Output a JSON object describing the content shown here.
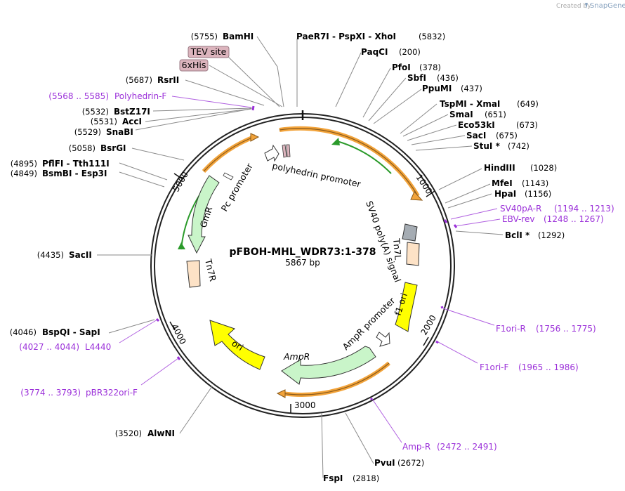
{
  "credit": {
    "prefix": "Created by",
    "brand": "SnapGene"
  },
  "map": {
    "name": "pFBOH-MHL_WDR73:1-378",
    "length_label": "5867 bp",
    "ticks": [
      "1000",
      "2000",
      "3000",
      "4000",
      "5000"
    ]
  },
  "sites": {
    "bamhi": {
      "name": "BamHI",
      "pos": "(5755)"
    },
    "paer7i": {
      "name": "PaeR7I  - PspXI  - XhoI",
      "pos": "(5832)"
    },
    "paqci": {
      "name": "PaqCI",
      "pos": "(200)"
    },
    "pfoi": {
      "name": "PfoI",
      "pos": "(378)"
    },
    "sbfi": {
      "name": "SbfI",
      "pos": "(436)"
    },
    "ppumi": {
      "name": "PpuMI",
      "pos": "(437)"
    },
    "tspmi": {
      "name": "TspMI  - XmaI",
      "pos": "(649)"
    },
    "smai": {
      "name": "SmaI",
      "pos": "(651)"
    },
    "eco53ki": {
      "name": "Eco53kI",
      "pos": "(673)"
    },
    "saci": {
      "name": "SacI",
      "pos": "(675)"
    },
    "stui": {
      "name": "StuI *",
      "pos": "(742)"
    },
    "hindiii": {
      "name": "HindIII",
      "pos": "(1028)"
    },
    "mfei": {
      "name": "MfeI",
      "pos": "(1143)"
    },
    "hpai": {
      "name": "HpaI",
      "pos": "(1156)"
    },
    "bcli": {
      "name": "BclI *",
      "pos": "(1292)"
    },
    "pvui": {
      "name": "PvuI",
      "pos": "(2672)"
    },
    "fspi": {
      "name": "FspI",
      "pos": "(2818)"
    },
    "alwni": {
      "name": "AlwNI",
      "pos": "(3520)"
    },
    "bspqi": {
      "name": "BspQI  - SapI",
      "pos": "(4046)"
    },
    "sacii": {
      "name": "SacII",
      "pos": "(4435)"
    },
    "bsmbi": {
      "name": "BsmBI  - Esp3I",
      "pos": "(4849)"
    },
    "pflfi": {
      "name": "PflFI  - Tth111I",
      "pos": "(4895)"
    },
    "bsrgi": {
      "name": "BsrGI",
      "pos": "(5058)"
    },
    "snabi": {
      "name": "SnaBI",
      "pos": "(5529)"
    },
    "acci": {
      "name": "AccI",
      "pos": "(5531)"
    },
    "bstz17i": {
      "name": "BstZ17I",
      "pos": "(5532)"
    },
    "rsrii": {
      "name": "RsrII",
      "pos": "(5687)"
    }
  },
  "primers": {
    "polyhedrin_f": {
      "name": "Polyhedrin-F",
      "range": "(5568 .. 5585)"
    },
    "sv40pa_r": {
      "name": "SV40pA-R",
      "range": "(1194 .. 1213)"
    },
    "ebv_rev": {
      "name": "EBV-rev",
      "range": "(1248 .. 1267)"
    },
    "f1ori_r": {
      "name": "F1ori-R",
      "range": "(1756 .. 1775)"
    },
    "f1ori_f": {
      "name": "F1ori-F",
      "range": "(1965 .. 1986)"
    },
    "amp_r": {
      "name": "Amp-R",
      "range": "(2472 .. 2491)"
    },
    "pbr322ori_f": {
      "name": "pBR322ori-F",
      "range": "(3774 .. 3793)"
    },
    "l4440": {
      "name": "L4440",
      "range": "(4027 .. 4044)"
    }
  },
  "tags": {
    "tev": "TEV site",
    "his": "6xHis"
  },
  "features": {
    "polyhedrin_promoter": "polyhedrin promoter",
    "sv40": "SV40 poly(A) signal",
    "tn7l": "Tn7L",
    "f1ori": "f1 ori",
    "ampr_promoter": "AmpR promoter",
    "ampr": "AmpR",
    "ori": "ori",
    "tn7r": "Tn7R",
    "gmr": "GmR",
    "pc_promoter": "Pc promoter"
  },
  "colors": {
    "backbone": "#222222",
    "orf": "#f2a33a",
    "green_arrow": "#2a9a2a",
    "primer": "#9b30d9",
    "promoter_fill": "#ffffff",
    "marker_fill": "#c9f5c9",
    "ori_fill": "#ffff00",
    "tn7_fill": "#fde2c6",
    "terminator_fill": "#a5acb3",
    "tag_fill": "#dcb4bd",
    "his_fill": "#dcb4bd"
  }
}
